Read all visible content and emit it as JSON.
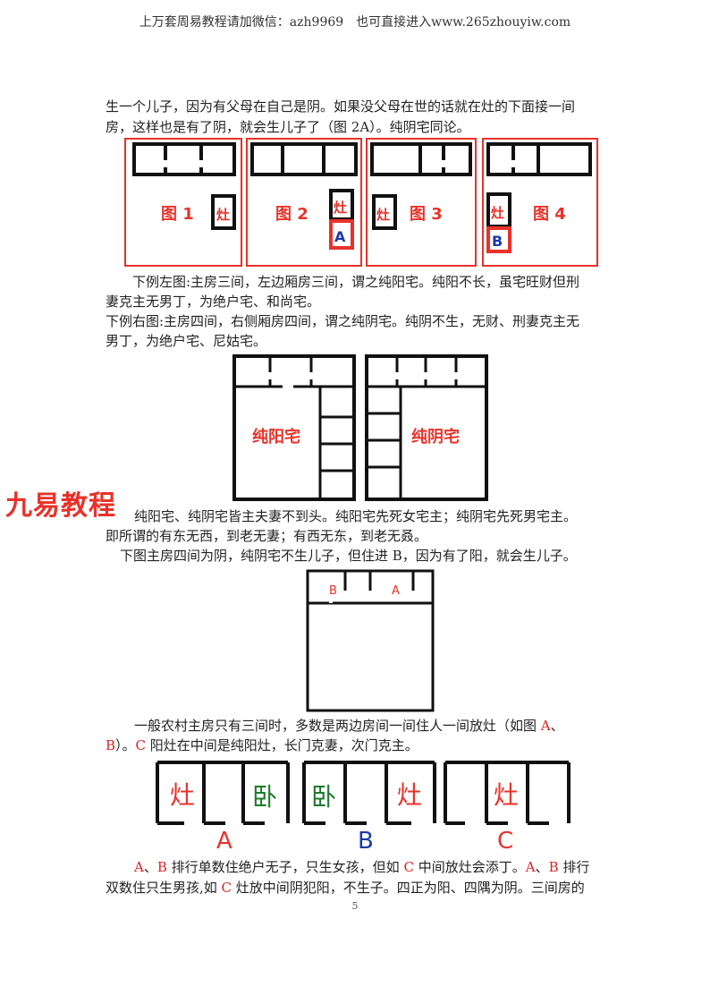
{
  "header": "上万套周易教程请加微信：azh9969　也可直接进入www.265zhouyiw.com",
  "paragraphs": {
    "p1_l1": "生一个儿子，因为有父母在自己是阴。如果没父母在世的话就在灶的下面接一间",
    "p1_l2": "房，这样也是有了阴，就会生儿子了（图 2A）。纯阴宅同论。",
    "p2_l1": "下例左图:主房三间，左边厢房三间，谓之纯阳宅。纯阳不长，虽宅旺财但刑",
    "p2_l2": "妻克主无男丁，为绝户宅、和尚宅。",
    "p3_l1": "下例右图:主房四间，右侧厢房四间，谓之纯阴宅。纯阴不生，无财、刑妻克主无",
    "p3_l2": "男丁，为绝户宅、尼姑宅。",
    "p4_l1": "纯阳宅、纯阴宅皆主夫妻不到头。纯阳宅先死女宅主；纯阴宅先死男宅主。",
    "p4_l2": "即所谓的有东无西，到老无妻；有西无东，到老无叒。",
    "p5_l1": "下图主房四间为阴，纯阴宅不生儿子，但住进 B，因为有了阳，就会生儿子。",
    "p6_l1a": "一般农村主房只有三间时，多数是两边房间一间住人一间放灶（如图 ",
    "p6_A": "A",
    "p6_sep": "、",
    "p6_l2a": "B",
    "p6_l2b": "）。",
    "p6_C": "C",
    "p6_l2c": " 阳灶在中间是纯阳灶，长门克妻，次门克主。",
    "p7_A": "A",
    "p7_sep1": "、",
    "p7_B": "B",
    "p7_t1": " 排行单数住绝户无子，只生女孩，但如 ",
    "p7_C": "C",
    "p7_t2": " 中间放灶会添丁。",
    "p7_A2": "A",
    "p7_sep2": "、",
    "p7_B2": "B",
    "p7_t3": " 排行",
    "p7_l2": "双数住只生男孩,如 ",
    "p7_C2": "C",
    "p7_l2b": " 灶放中间阴犯阳，不生子。四正为阳、四隅为阴。三间房的"
  },
  "figs": {
    "fig1": "图 1",
    "fig2": "图 2",
    "fig3": "图 3",
    "fig4": "图 4",
    "zao": "灶",
    "a": "A",
    "b": "B",
    "yang_house": "纯阳宅",
    "yin_house": "纯阴宅",
    "wo": "卧",
    "label_A": "A",
    "label_B": "B",
    "label_C": "C"
  },
  "logo": "九易教程",
  "page_number": "5",
  "colors": {
    "red": "#e8322a",
    "blue": "#1a3aa8",
    "green": "#1c7a2a",
    "black": "#111111"
  }
}
